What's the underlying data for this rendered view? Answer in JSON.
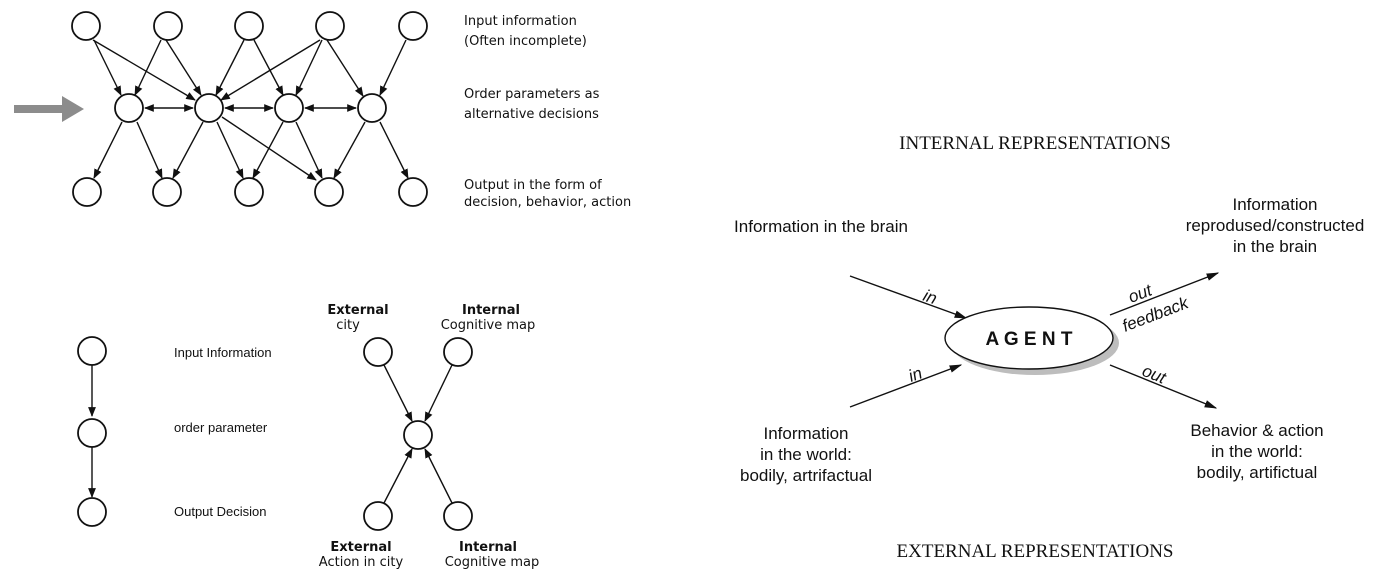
{
  "network": {
    "labels": {
      "input_line1": "Input  information",
      "input_line2": "(Often incomplete)",
      "order_line1": "Order parameters as",
      "order_line2": " alternative decisions",
      "output_line1": "Output in the form of",
      "output_line2": "decision, behavior, action"
    }
  },
  "chain": {
    "input": "Input Information",
    "order": "order parameter",
    "output": "Output Decision"
  },
  "cross": {
    "top_left_bold": "External",
    "top_left_sub": "city",
    "top_right_bold": "Internal",
    "top_right_sub": "Cognitive map",
    "bottom_left_bold": "External",
    "bottom_left_sub": "Action in city",
    "bottom_right_bold": "Internal",
    "bottom_right_sub": "Cognitive map"
  },
  "agent_diagram": {
    "internal_title": "INTERNAL REPRESENTATIONS",
    "external_title": "EXTERNAL REPRESENTATIONS",
    "agent": "A G E N T",
    "brain_in": "Information in the brain",
    "constructed_line1": "Information",
    "constructed_line2": "reprodused/constructed",
    "constructed_line3": "in the brain",
    "world_line1": "Information",
    "world_line2": "in the world:",
    "world_line3": "bodily, artrifactual",
    "behavior_line1": "Behavior & action",
    "behavior_line2": "in the world:",
    "behavior_line3": "bodily, artifictual",
    "label_in_top": "in",
    "label_in_bottom": "in",
    "label_out_top": "out",
    "label_feedback": "feedback",
    "label_out_bottom": "out"
  }
}
